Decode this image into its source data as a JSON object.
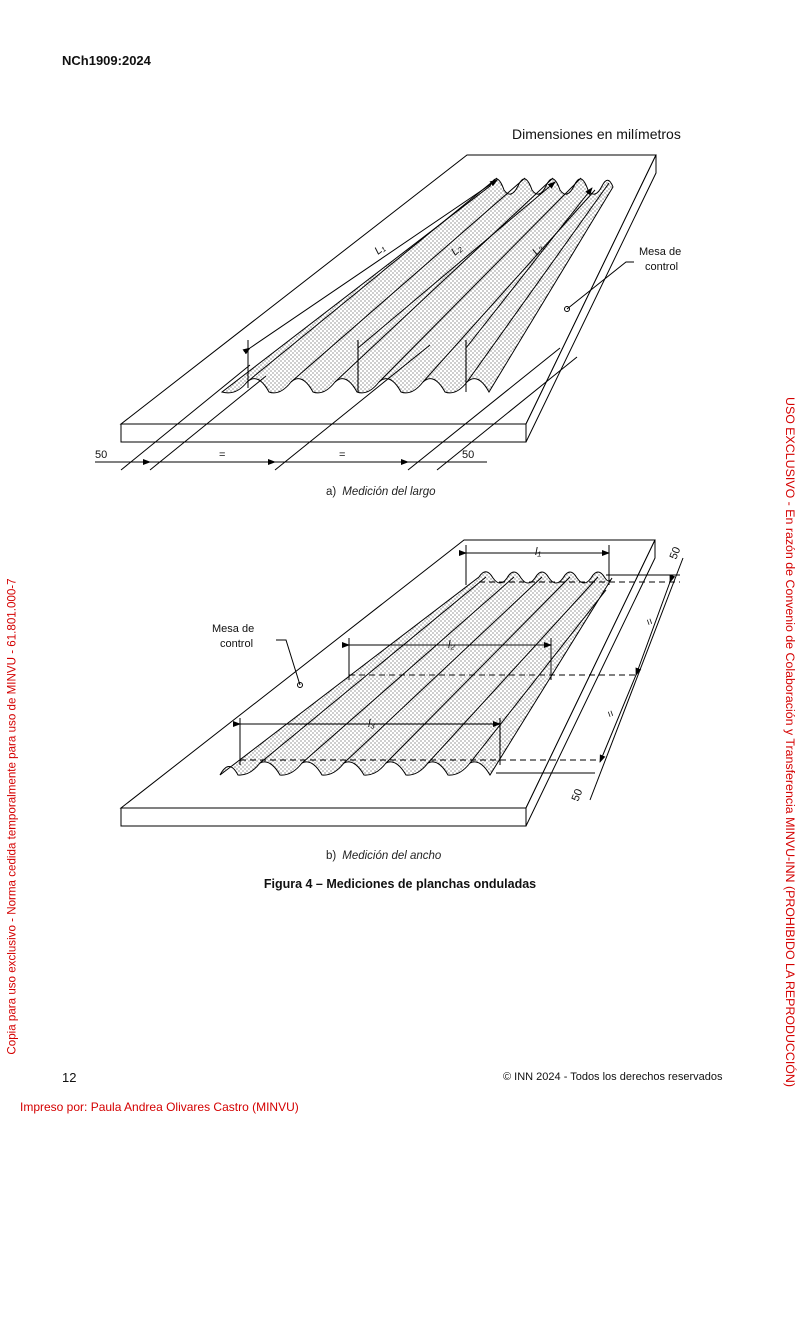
{
  "header": {
    "doc_code": "NCh1909:2024"
  },
  "figure": {
    "dim_note": "Dimensiones en milímetros",
    "part_a": {
      "letter": "a)",
      "caption": "Medición del largo",
      "table_label_line1": "Mesa de",
      "table_label_line2": "control",
      "dim_left": "50",
      "dim_right": "50",
      "dim_eq1": "=",
      "dim_eq2": "=",
      "l1": "L₁",
      "l2": "L₂",
      "l3": "L₃"
    },
    "part_b": {
      "letter": "b)",
      "caption": "Medición del ancho",
      "table_label_line1": "Mesa de",
      "table_label_line2": "control",
      "dim_top": "50",
      "dim_bottom": "50",
      "dim_eq1": "=",
      "dim_eq2": "=",
      "l1": "l₁",
      "l2": "l₂",
      "l3": "l₃"
    },
    "title": "Figura 4 – Mediciones de planchas onduladas"
  },
  "footer": {
    "page_number": "12",
    "copyright": "© INN 2024 - Todos los derechos reservados",
    "printed_by": "Impreso por: Paula Andrea Olivares Castro (MINVU)"
  },
  "watermarks": {
    "left": "Copia para uso exclusivo - Norma cedida temporalmente para uso de MINVU - 61.801.000-7",
    "right": "USO EXCLUSIVO - En razón de Convenio de Colaboración y Transferencia MINVU-INN (PROHIBIDO LA REPRODUCCIÓN)"
  }
}
